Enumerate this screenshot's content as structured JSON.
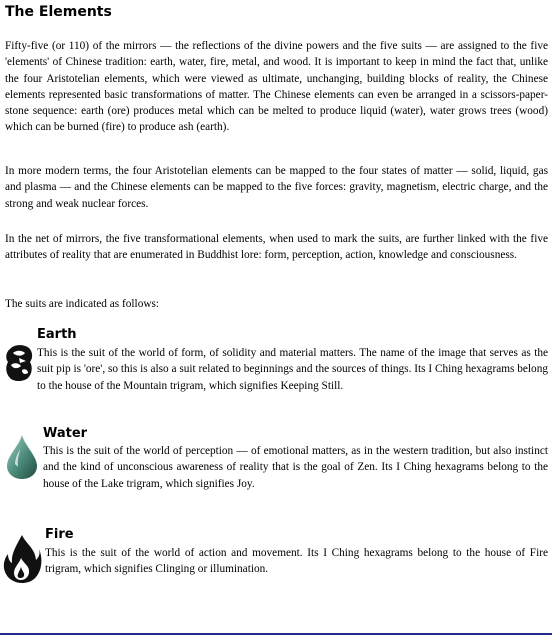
{
  "title": "The Elements",
  "paragraphs": [
    "Fifty-five (or 110) of the mirrors — the reflections of the divine powers and the five suits — are assigned to the five 'elements' of Chinese tradition: earth, water, fire, metal, and wood. It is important to keep in mind the fact that, unlike the four Aristotelian elements, which were viewed as ultimate, unchanging, building blocks of reality, the Chinese elements represented basic transformations of matter. The Chinese elements can even be arranged in a scissors-paper-stone sequence: earth (ore) produces metal which can be melted to produce liquid (water), water grows trees (wood) which can be burned (fire) to produce ash (earth).",
    "In more modern terms, the four Aristotelian elements can be mapped to the four states of matter — solid, liquid, gas and plasma — and the Chinese elements can be mapped to the five forces: gravity, magnetism, electric charge, and the strong and weak nuclear forces.",
    "In the net of mirrors, the five transformational elements, when used to mark the suits, are further linked with the five attributes of reality that are enumerated in Buddhist lore: form, perception, action, knowledge and consciousness.",
    "The suits are indicated as follows:"
  ],
  "suits": {
    "earth": {
      "name": "Earth",
      "description": "This is the suit of the world of form, of solidity and material matters. The name of the image that serves as the suit pip is 'ore', so this is also a suit related to beginnings and the sources of things. Its I Ching hexagrams belong to the house of the Mountain trigram, which signifies Keeping Still.",
      "icon": "rock-icon"
    },
    "water": {
      "name": "Water",
      "description": "This is the suit of the world of perception — of emotional matters, as in the western tradition, but also instinct and the kind of unconscious awareness of reality that is the goal of Zen. Its I Ching hexagrams belong to the house of the Lake trigram, which signifies Joy.",
      "icon": "water-drop-icon",
      "color": "#4f8f7f"
    },
    "fire": {
      "name": "Fire",
      "description": "This is the suit of the world of action and movement. Its I Ching hexagrams belong to the house of Fire trigram, which signifies Clinging or illumination.",
      "icon": "flame-icon"
    }
  },
  "colors": {
    "bottom_rule": "#1f2a8a"
  }
}
